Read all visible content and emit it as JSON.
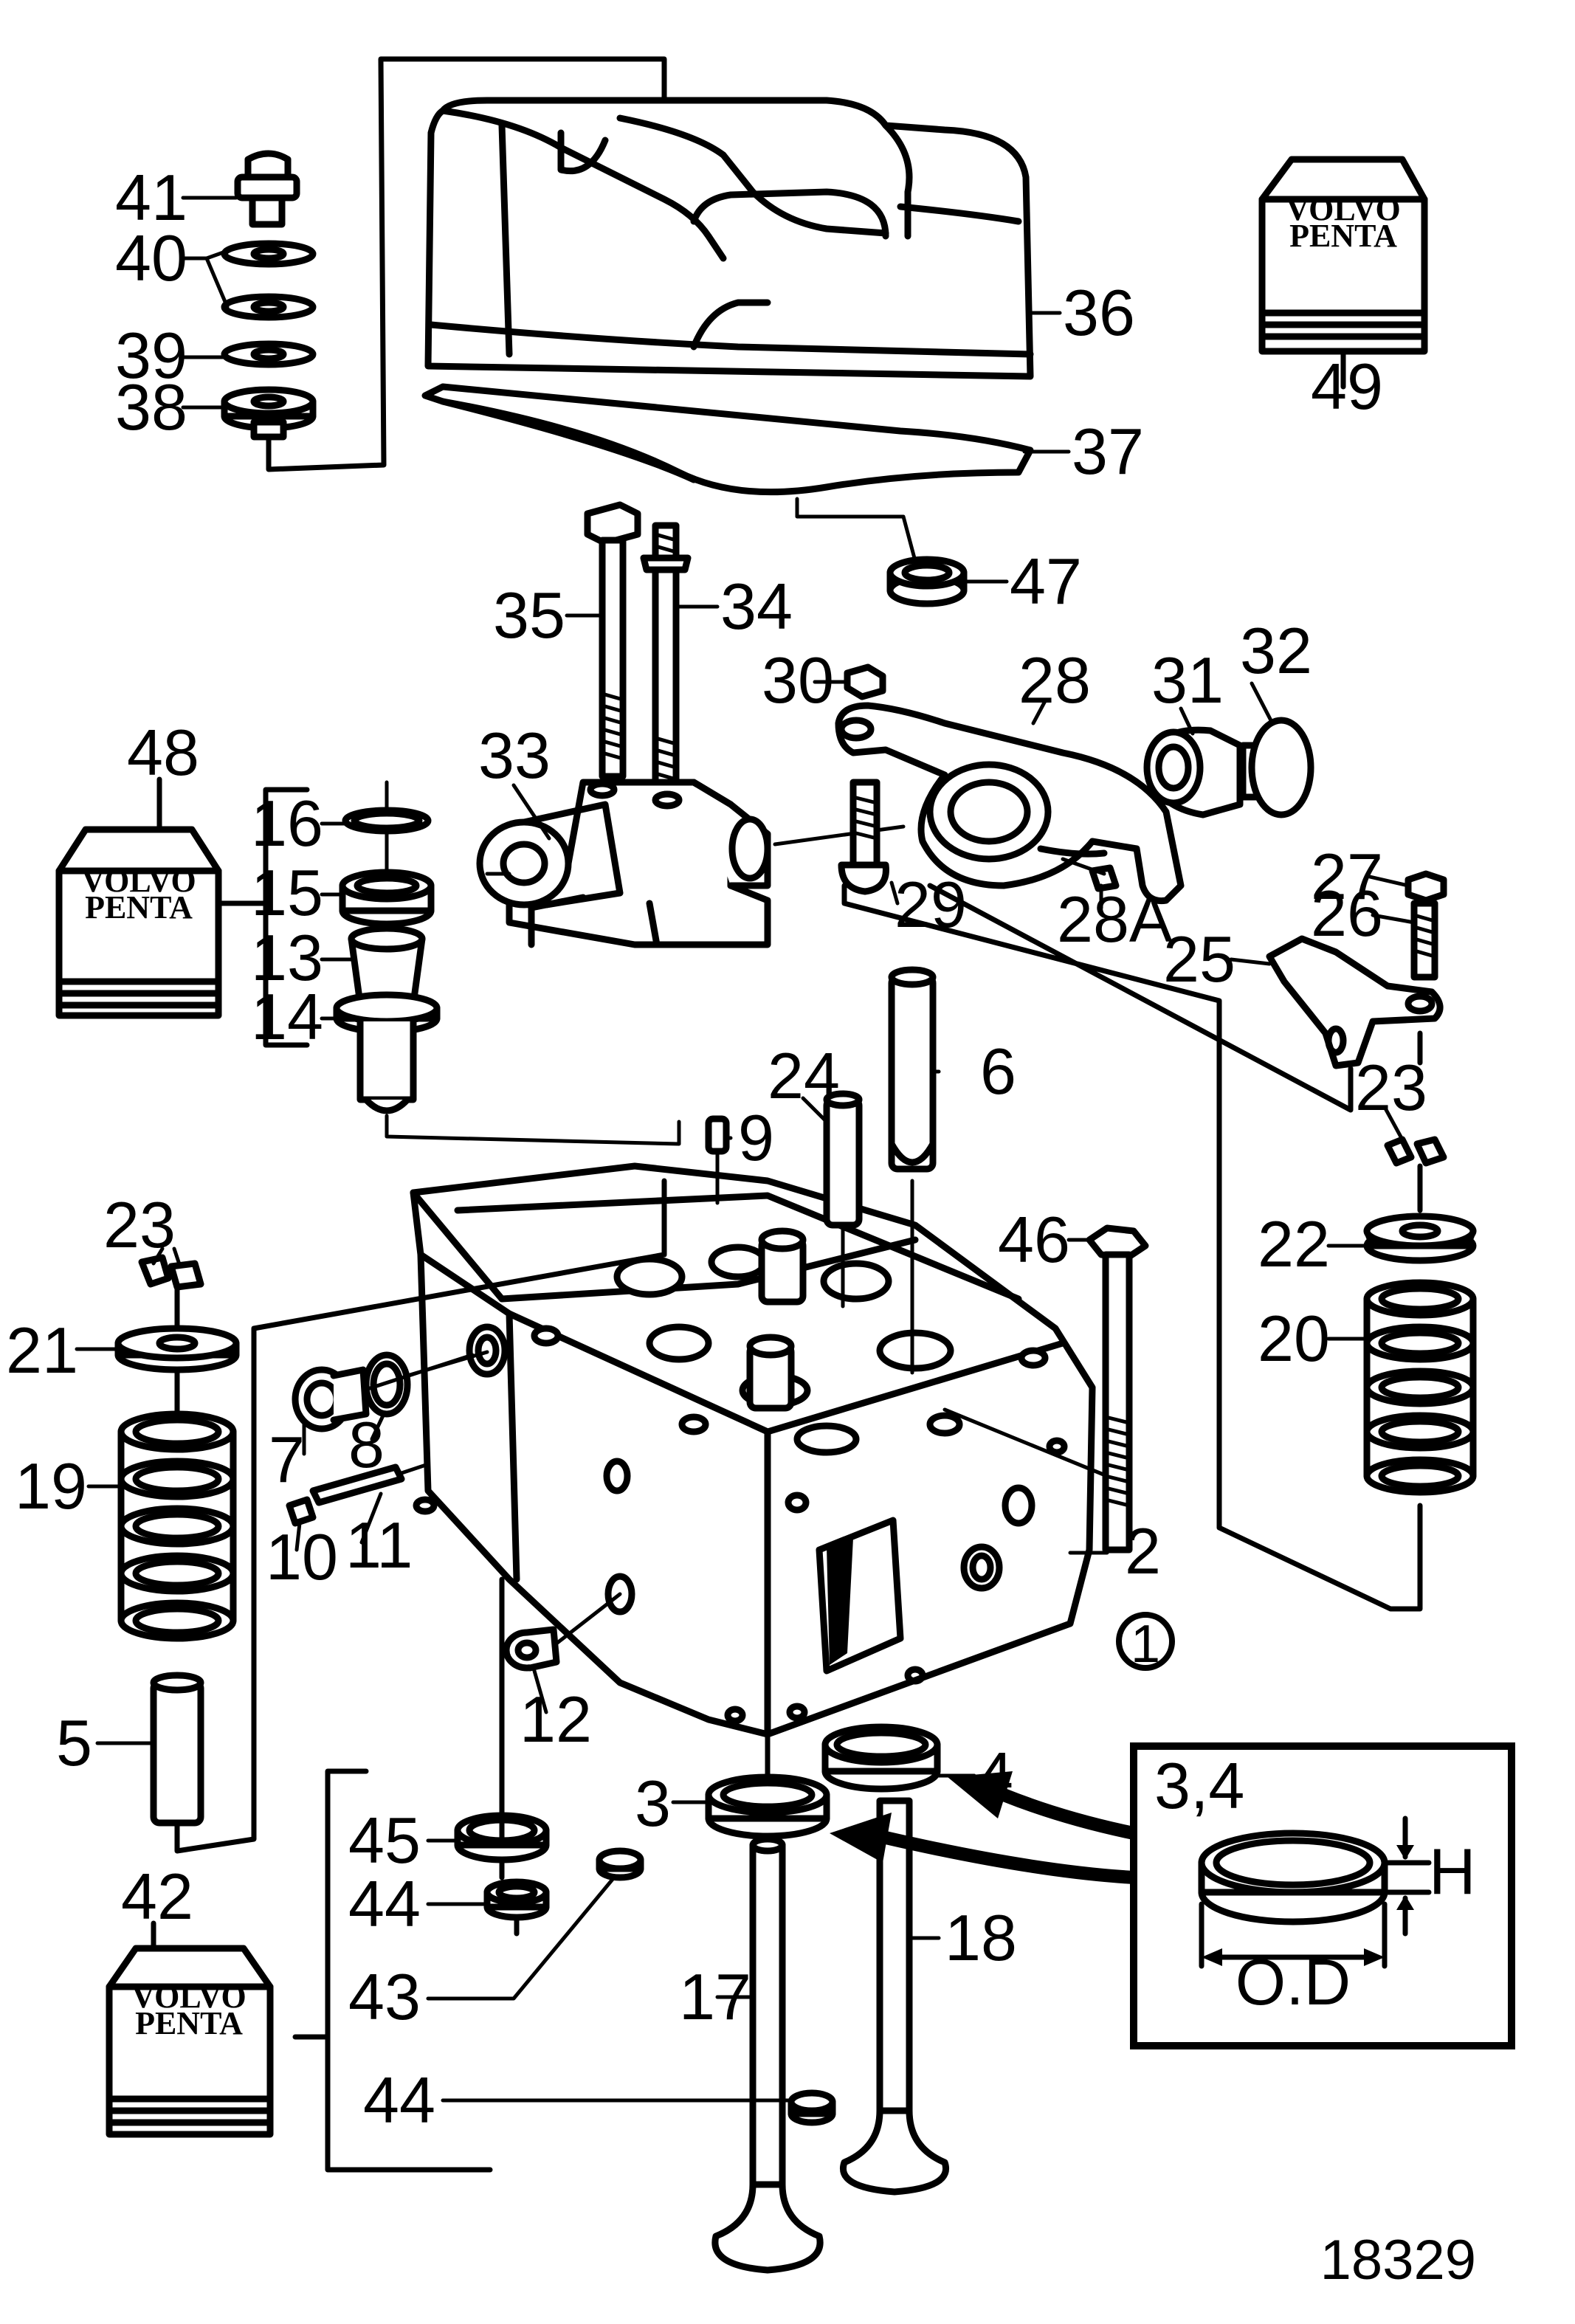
{
  "drawing_number": "18329",
  "brand_lines": [
    "VOLVO",
    "PENTA"
  ],
  "callouts": [
    "2",
    "3",
    "4",
    "5",
    "6",
    "7",
    "8",
    "9",
    "10",
    "11",
    "12",
    "13",
    "14",
    "15",
    "16",
    "17",
    "18",
    "19",
    "20",
    "21",
    "22",
    "23",
    "23",
    "24",
    "25",
    "26",
    "27",
    "28",
    "28A",
    "29",
    "30",
    "31",
    "32",
    "33",
    "34",
    "35",
    "36",
    "37",
    "38",
    "39",
    "40",
    "41",
    "42",
    "43",
    "44",
    "44",
    "45",
    "46",
    "47",
    "48",
    "49"
  ],
  "detail_box": {
    "title": "3,4",
    "height_label": "H",
    "diameter_label": "O.D"
  },
  "marker": "1"
}
